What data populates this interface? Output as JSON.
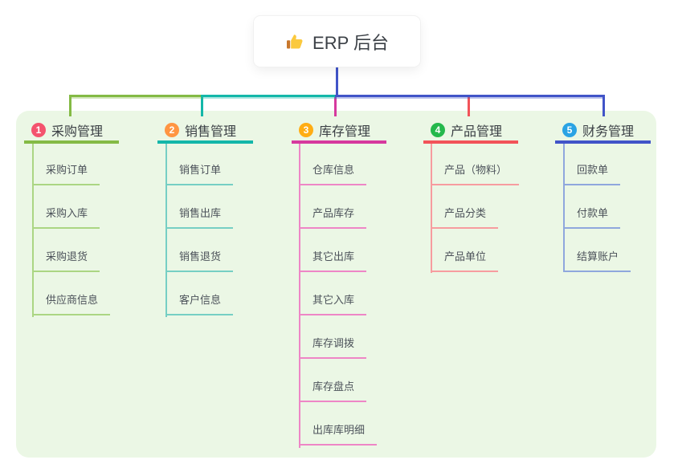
{
  "root": {
    "label": "ERP 后台",
    "icon": "thumbs-up-icon"
  },
  "panel_color": "#ebf7e5",
  "connector_colors": {
    "root_stem": "#4154c8",
    "branch_1": "#84ba45",
    "branch_2": "#13b7a9",
    "branch_3": "#d6399e",
    "branch_4": "#f25359",
    "branch_5": "#4154c8"
  },
  "branches": [
    {
      "number": "1",
      "label": "采购管理",
      "badge_color": "#f4536e",
      "line_color": "#84ba45",
      "item_line_color": "#abd683",
      "items": [
        "采购订单",
        "采购入库",
        "采购退货",
        "供应商信息"
      ]
    },
    {
      "number": "2",
      "label": "销售管理",
      "badge_color": "#ff9542",
      "line_color": "#13b7a9",
      "item_line_color": "#76cfc4",
      "items": [
        "销售订单",
        "销售出库",
        "销售退货",
        "客户信息"
      ]
    },
    {
      "number": "3",
      "label": "库存管理",
      "badge_color": "#ffad14",
      "line_color": "#d6399e",
      "item_line_color": "#ee86c6",
      "items": [
        "仓库信息",
        "产品库存",
        "其它出库",
        "其它入库",
        "库存调拨",
        "库存盘点",
        "出库库明细"
      ]
    },
    {
      "number": "4",
      "label": "产品管理",
      "badge_color": "#24b84c",
      "line_color": "#f25359",
      "item_line_color": "#f79c9f",
      "items": [
        "产品（物料）",
        "产品分类",
        "产品单位"
      ]
    },
    {
      "number": "5",
      "label": "财务管理",
      "badge_color": "#2aa3e4",
      "line_color": "#4154c8",
      "item_line_color": "#8fa7dd",
      "items": [
        "回款单",
        "付款单",
        "结算账户"
      ]
    }
  ]
}
